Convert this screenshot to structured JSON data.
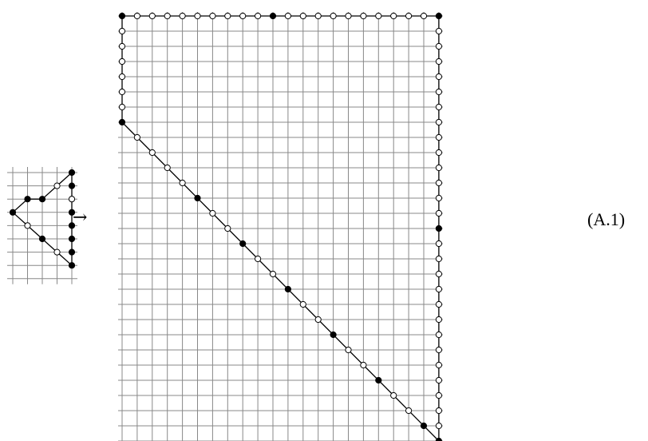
{
  "arrow": "→",
  "equation_number": "(A.1)",
  "colors": {
    "grid": "#888888",
    "edge": "#000000",
    "filled_vertex": "#000000",
    "open_vertex": "#ffffff"
  },
  "small_polygon": {
    "grid_columns": 4,
    "grid_rows": 8,
    "filled_vertices": [
      [
        4,
        0
      ],
      [
        4,
        1
      ],
      [
        2,
        2
      ],
      [
        1,
        2
      ],
      [
        0,
        3
      ],
      [
        4,
        3
      ],
      [
        4,
        4
      ],
      [
        2,
        5
      ],
      [
        4,
        5
      ],
      [
        4,
        6
      ],
      [
        4,
        7
      ]
    ],
    "open_vertices": [
      [
        1,
        4
      ]
    ],
    "cycle": [
      [
        4,
        0
      ],
      [
        4,
        1
      ],
      [
        4,
        2
      ],
      [
        4,
        3
      ],
      [
        4,
        4
      ],
      [
        4,
        5
      ],
      [
        4,
        6
      ],
      [
        4,
        7
      ],
      [
        3,
        6
      ],
      [
        2,
        5
      ],
      [
        1,
        4
      ],
      [
        0,
        3
      ],
      [
        1,
        2
      ],
      [
        2,
        2
      ],
      [
        3,
        1
      ]
    ]
  },
  "large_polygon": {
    "grid_columns": 21,
    "grid_rows": 28,
    "filled_vertices": [
      [
        0,
        0
      ],
      [
        10,
        0
      ],
      [
        21,
        0
      ],
      [
        0,
        7
      ],
      [
        5,
        12
      ],
      [
        8,
        15
      ],
      [
        11,
        18
      ],
      [
        14,
        21
      ],
      [
        17,
        24
      ],
      [
        20,
        27
      ],
      [
        21,
        14
      ],
      [
        21,
        28
      ]
    ],
    "cycle": [
      [
        0,
        0
      ],
      [
        21,
        0
      ],
      [
        21,
        28
      ],
      [
        0,
        7
      ]
    ]
  }
}
